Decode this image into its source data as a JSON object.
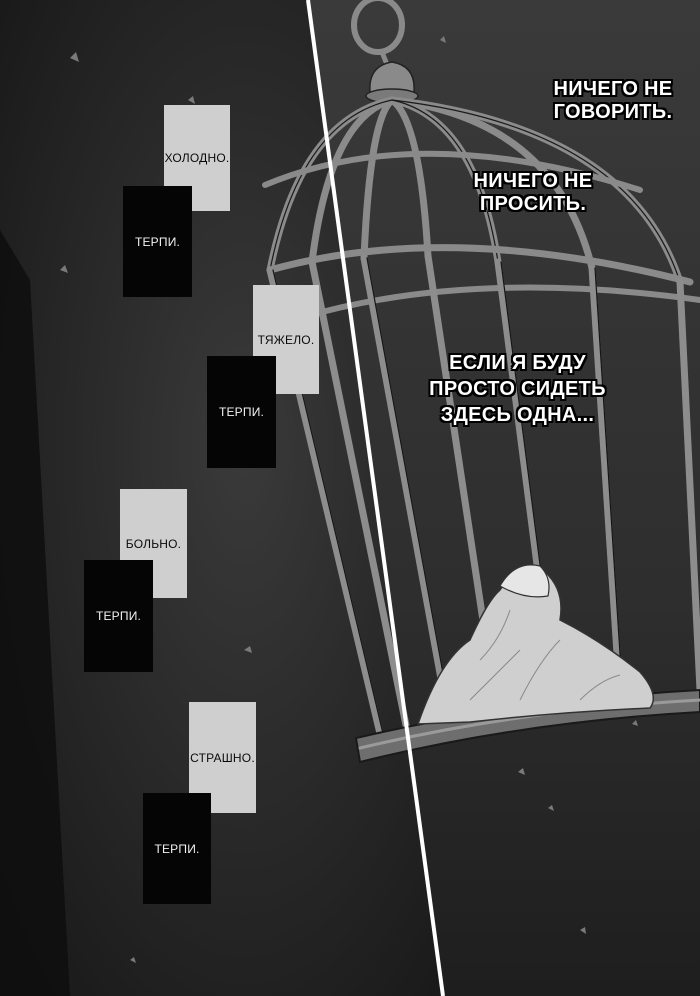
{
  "captions_left": [
    {
      "id": "cold",
      "text": "ХОЛОДНО.",
      "tone": "light"
    },
    {
      "id": "bear1",
      "text": "ТЕРПИ.",
      "tone": "dark"
    },
    {
      "id": "heavy",
      "text": "ТЯЖЕЛО.",
      "tone": "light"
    },
    {
      "id": "bear2",
      "text": "ТЕРПИ.",
      "tone": "dark"
    },
    {
      "id": "hurts",
      "text": "БОЛЬНО.",
      "tone": "light"
    },
    {
      "id": "bear3",
      "text": "ТЕРПИ.",
      "tone": "dark"
    },
    {
      "id": "scary",
      "text": "СТРАШНО.",
      "tone": "light"
    },
    {
      "id": "bear4",
      "text": "ТЕРПИ.",
      "tone": "dark"
    }
  ],
  "narration": {
    "line1": "НИЧЕГО НЕ\nГОВОРИТЬ.",
    "line2": "НИЧЕГО НЕ\nПРОСИТЬ.",
    "line3": "ЕСЛИ Я БУДУ\nПРОСТО СИДЕТЬ\nЗДЕСЬ ОДНА..."
  },
  "colors": {
    "background": "#1c1c1c",
    "panel_right": "#2b2b2b",
    "cage": "#8a8a8a",
    "divider": "#ffffff"
  },
  "illustration": {
    "main_object": "bird-cage",
    "figure": "huddled-girl-in-cage"
  }
}
